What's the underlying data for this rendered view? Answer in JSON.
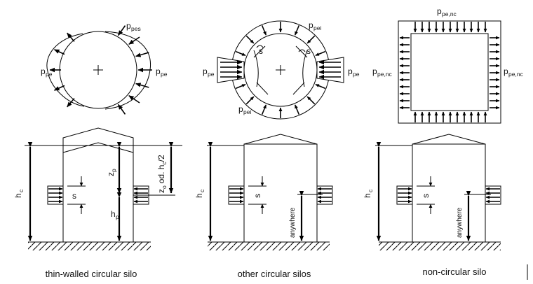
{
  "captions": {
    "thin": "thin-walled circular silo",
    "other": "other circular silos",
    "noncircular": "non-circular silo"
  },
  "labels": {
    "p": "p",
    "pe": "pe",
    "pes": "pes",
    "pei": "pei",
    "pe_nc": "pe,nc",
    "s": "s",
    "h": "h",
    "c": "c",
    "z": "z",
    "p_sub": "p",
    "o_sub": "o",
    "zo_text": "od. h",
    "zo_tail": "/2",
    "anywhere": "anywhere"
  }
}
